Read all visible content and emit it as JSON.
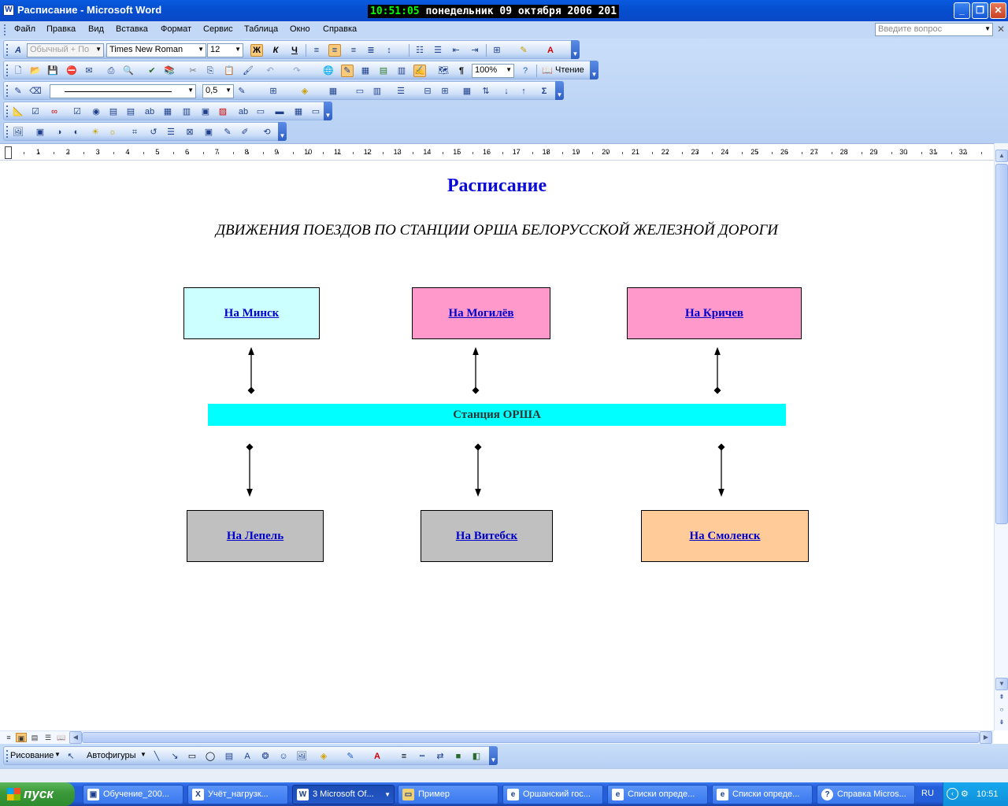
{
  "window": {
    "title": "Расписание - Microsoft Word",
    "clock_time": "10:51:05",
    "clock_date": "понедельник 09 октября 2006 201"
  },
  "menu": {
    "items": [
      "Файл",
      "Правка",
      "Вид",
      "Вставка",
      "Формат",
      "Сервис",
      "Таблица",
      "Окно",
      "Справка"
    ],
    "help_placeholder": "Введите вопрос"
  },
  "formatting_toolbar": {
    "style": "Обычный + По",
    "font": "Times New Roman",
    "size": "12",
    "bold": "Ж",
    "italic": "К",
    "underline": "Ч"
  },
  "standard_toolbar": {
    "zoom": "100%",
    "reading_label": "Чтение",
    "paragraph_mark": "¶"
  },
  "tables_toolbar": {
    "line_weight": "0,5",
    "sum": "Σ"
  },
  "ruler": {
    "numbers": [
      "1",
      "2",
      "3",
      "4",
      "5",
      "6",
      "7",
      "8",
      "9",
      "10",
      "11",
      "12",
      "13",
      "14",
      "15",
      "16",
      "17",
      "18",
      "19",
      "20",
      "21",
      "22",
      "23",
      "24",
      "25",
      "26",
      "27",
      "28",
      "29",
      "30",
      "31",
      "32"
    ]
  },
  "document": {
    "title": "Расписание",
    "subtitle": "ДВИЖЕНИЯ ПОЕЗДОВ ПО СТАНЦИИ ОРША БЕЛОРУССКОЙ ЖЕЛЕЗНОЙ ДОРОГИ",
    "station": "Станция ОРША",
    "top_destinations": [
      {
        "label": "На Минск",
        "color": "#ccffff"
      },
      {
        "label": "На Могилёв",
        "color": "#ff99cc"
      },
      {
        "label": "На Кричев",
        "color": "#ff99cc"
      }
    ],
    "bottom_destinations": [
      {
        "label": "На Лепель",
        "color": "#c0c0c0"
      },
      {
        "label": "На Витебск",
        "color": "#c0c0c0"
      },
      {
        "label": "На Смоленск",
        "color": "#ffcc99"
      }
    ],
    "link_color": "#0000cc",
    "station_color": "#00ffff"
  },
  "drawing_toolbar": {
    "draw_label": "Рисование",
    "autoshapes_label": "Автофигуры"
  },
  "taskbar": {
    "start_label": "пуск",
    "tasks": [
      "Обучение_200...",
      "Учёт_нагрузк...",
      "3 Microsoft Of...",
      "Пример",
      "Оршанский гос...",
      "Списки опреде...",
      "Списки опреде...",
      "Справка Micros..."
    ],
    "language": "RU",
    "time": "10:51"
  }
}
